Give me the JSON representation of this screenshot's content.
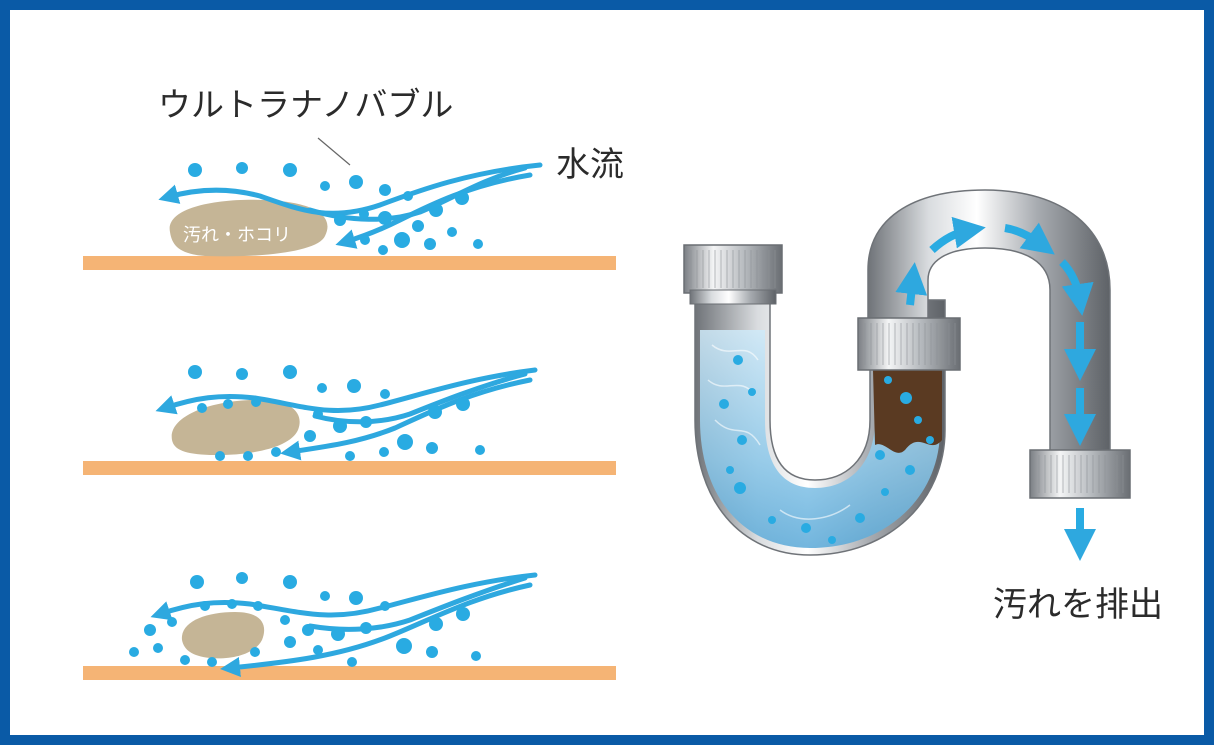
{
  "labels": {
    "ultra_nano_bubble": "ウルトラナノバブル",
    "water_flow": "水流",
    "dirt_dust": "汚れ・ホコリ",
    "discharge_dirt": "汚れを排出"
  },
  "colors": {
    "frame": "#0a5aa6",
    "flow": "#2ea8df",
    "bubble": "#29abe2",
    "floor": "#f5b475",
    "dirt": "#c5b596",
    "text": "#2b2b2b"
  },
  "icons": {
    "pipe": "s-trap-pipe",
    "flow_arrow": "arrow-icon"
  }
}
